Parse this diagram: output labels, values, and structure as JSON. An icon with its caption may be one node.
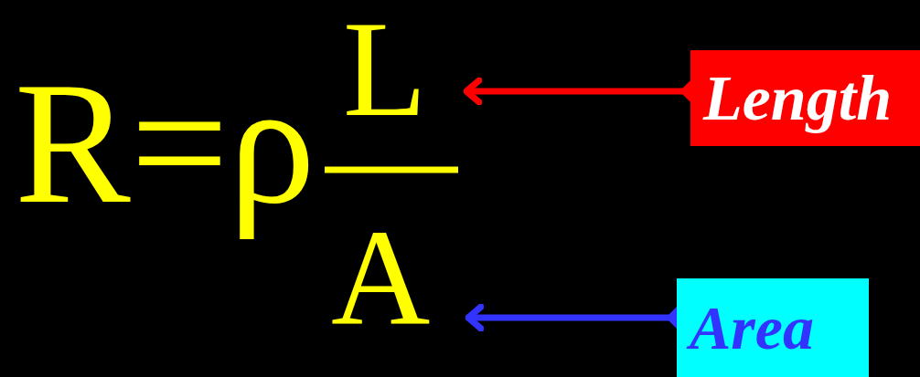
{
  "diagram": {
    "nodes": [
      {
        "text": [
          "L"
        ]
      },
      {
        "text": [
          "A"
        ]
      },
      {
        "text": [
          "Length"
        ]
      },
      {
        "text": [
          "Area"
        ]
      }
    ],
    "edges": [
      {
        "from": 2,
        "to": 0,
        "arrow": "to",
        "color": "#ff0000"
      },
      {
        "from": 3,
        "to": 1,
        "arrow": "to",
        "color": "#3333ff"
      }
    ],
    "labels": [
      "R=ρ"
    ]
  }
}
